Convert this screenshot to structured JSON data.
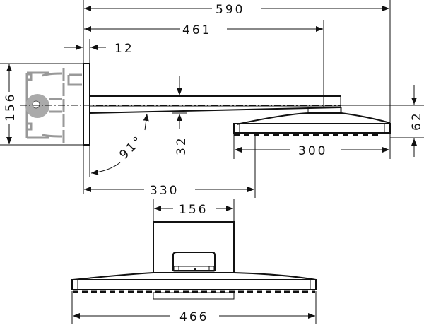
{
  "diagram": {
    "type": "technical-dimension-drawing",
    "subject": "overhead shower with wall arm",
    "colors": {
      "line": "#111111",
      "concealed_body": "#999999",
      "background": "#ffffff"
    },
    "side_view": {
      "dimensions": {
        "overall_length": "590",
        "arm_length": "461",
        "wall_plate_thickness": "12",
        "box_height": "156",
        "arm_angle": "91°",
        "arm_height": "32",
        "head_height": "62",
        "head_width": "300",
        "projection": "330"
      }
    },
    "front_view": {
      "dimensions": {
        "plate_width": "156",
        "head_width": "466"
      }
    }
  }
}
